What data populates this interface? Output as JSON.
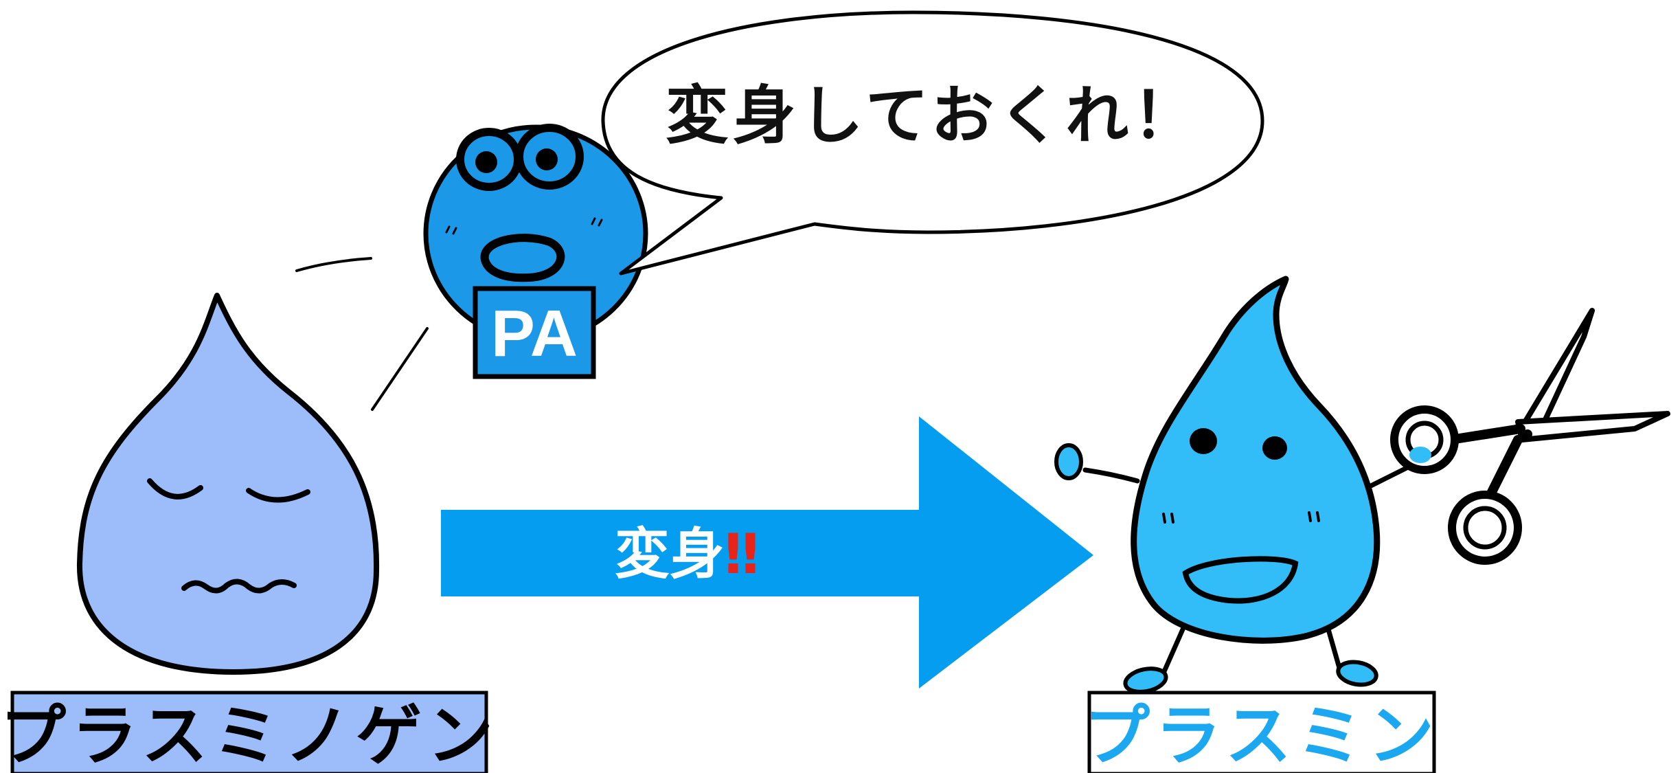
{
  "speech_bubble": {
    "text": "変身しておくれ！"
  },
  "pa_badge": {
    "label": "PA"
  },
  "transform_arrow": {
    "label": "変身",
    "exclamation": "‼",
    "colors": {
      "arrow": "#049df0",
      "label": "#ffffff",
      "exclamation": "#e8231a"
    }
  },
  "plasminogen": {
    "label": "プラスミノゲン",
    "colors": {
      "body": "#9cbcfa",
      "label_bg": "#9cbcfa",
      "label_text": "#000000"
    }
  },
  "plasmin": {
    "label": "プラスミン",
    "colors": {
      "body": "#33bdf8",
      "label_bg": "#ffffff",
      "label_text": "#1ca8f0"
    },
    "holding": "scissors-icon"
  },
  "colors": {
    "pa_body": "#1c98e8",
    "outline": "#000000"
  }
}
